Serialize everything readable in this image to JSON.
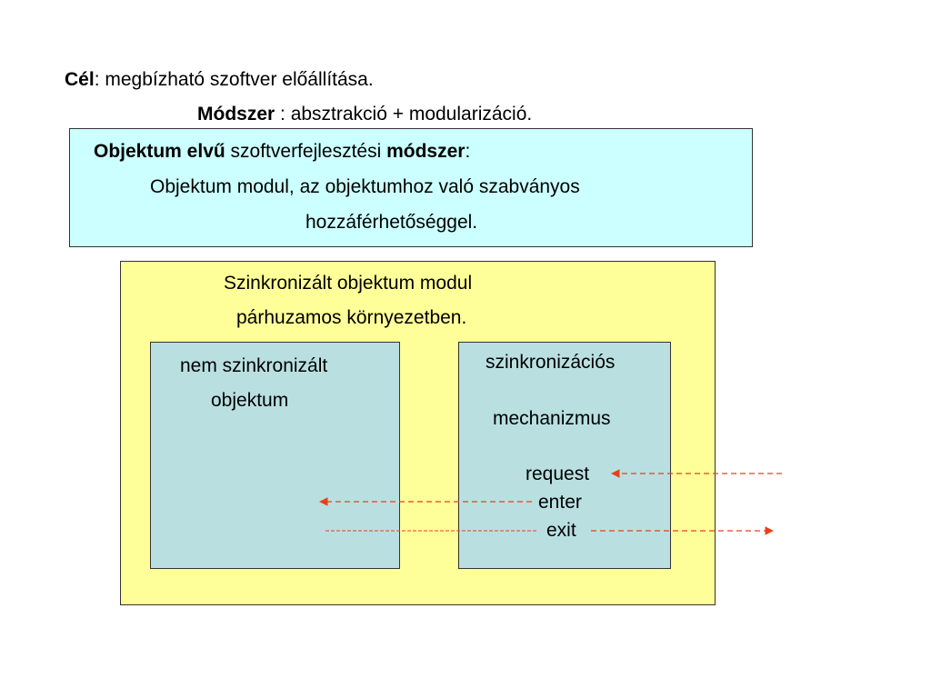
{
  "header": {
    "goal_label": "Cél",
    "goal_text": ": megbízható szoftver előállítása.",
    "method_label": "Módszer",
    "method_text": " : absztrakció + modularizáció."
  },
  "oo_box": {
    "line1_bold_a": "Objektum elvű",
    "line1_mid": " szoftverfejlesztési ",
    "line1_bold_b": "módszer",
    "line1_end": ":",
    "line2": "Objektum modul, az objektumhoz való szabványos",
    "line3": "hozzáférhetőséggel."
  },
  "sync_box": {
    "title_line1": "Szinkronizált objektum modul",
    "title_line2": "párhuzamos környezetben.",
    "left_line1": "nem szinkronizált",
    "left_line2": "objektum",
    "right_line1": "szinkronizációs",
    "right_line2": "mechanizmus",
    "request": "request",
    "enter": "enter",
    "exit": "exit"
  },
  "colors": {
    "cyan_fill": "#ccffff",
    "yellow_fill": "#ffff99",
    "inner_fill": "#b9dfe1",
    "arrow": "#e8401a"
  }
}
